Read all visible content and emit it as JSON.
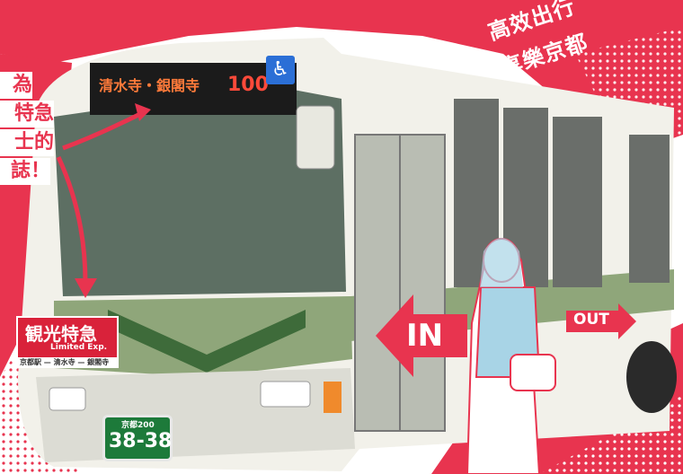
{
  "tagline": {
    "line1": "高效出行",
    "line2": "享樂京都"
  },
  "annotation": {
    "line1": "為",
    "line2": "特急",
    "line3": "士的",
    "line4": "誌！"
  },
  "destination_sign": {
    "route": "清水寺・銀閣寺",
    "number": "100"
  },
  "front_sign": {
    "main": "観光特急",
    "sub": "Limited Exp.",
    "small": "京都駅 — 清水寺 — 銀閣寺"
  },
  "license_plate": {
    "top": "京都200",
    "number": "38-38"
  },
  "doors": {
    "in_label": "IN",
    "out_label": "OUT"
  },
  "colors": {
    "accent": "#e8344f",
    "bus_green": "#8fa67a",
    "bus_white": "#f2f1ea",
    "plate_green": "#1d7a3a"
  }
}
